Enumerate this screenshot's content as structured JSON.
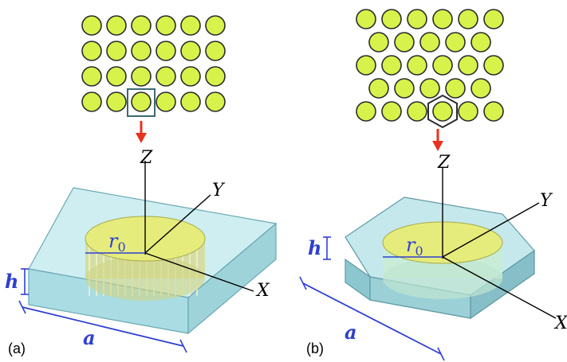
{
  "panel_a": {
    "caption": "(a)",
    "lattice": "square",
    "rows": [
      6,
      6,
      6,
      6
    ],
    "axes": {
      "z": "Z",
      "y": "Y",
      "x": "X"
    },
    "radius_label": "r",
    "radius_subscript": "0",
    "height_label": "h",
    "period_label": "a"
  },
  "panel_b": {
    "caption": "(b)",
    "lattice": "hexagonal",
    "rows": [
      6,
      5,
      6,
      5,
      6
    ],
    "axes": {
      "z": "Z",
      "y": "Y",
      "x": "X"
    },
    "radius_label": "r",
    "radius_subscript": "0",
    "height_label": "h",
    "period_label": "a"
  },
  "colors": {
    "rod_fill": "#d7f24a",
    "rod_stroke": "#2b2b2b",
    "slab_fill": "#a9dde3",
    "slab_stroke": "#6aa8b3",
    "disk_fill": "#e6ec7c",
    "arrow_red": "#e8321e",
    "dimension_blue": "#2f3fd0",
    "axis_black": "#000000"
  }
}
